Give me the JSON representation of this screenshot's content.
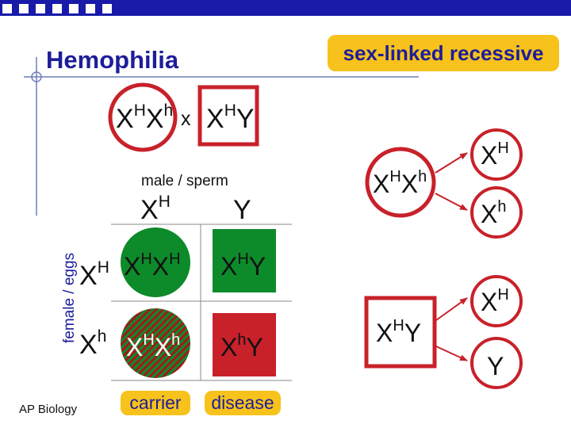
{
  "title": "Hemophilia",
  "badge": "sex-linked recessive",
  "cross": {
    "mother": {
      "base1": "X",
      "sup1": "H",
      "base2": "X",
      "sup2": "h"
    },
    "times": "x",
    "father": {
      "base1": "X",
      "sup1": "H",
      "base2": "Y",
      "sup2": ""
    }
  },
  "punnett": {
    "top_label": "male / sperm",
    "side_label": "female / eggs",
    "cols": [
      {
        "base": "X",
        "sup": "H"
      },
      {
        "base": "Y",
        "sup": ""
      }
    ],
    "rows": [
      {
        "base": "X",
        "sup": "H"
      },
      {
        "base": "X",
        "sup": "h"
      }
    ],
    "cells": [
      {
        "b1": "X",
        "s1": "H",
        "b2": "X",
        "s2": "H"
      },
      {
        "b1": "X",
        "s1": "H",
        "b2": "Y",
        "s2": ""
      },
      {
        "b1": "X",
        "s1": "H",
        "b2": "X",
        "s2": "h"
      },
      {
        "b1": "X",
        "s1": "h",
        "b2": "Y",
        "s2": ""
      }
    ]
  },
  "tags": {
    "carrier": "carrier",
    "disease": "disease"
  },
  "gametes": {
    "female": {
      "parent": {
        "b1": "X",
        "s1": "H",
        "b2": "X",
        "s2": "h"
      },
      "out1": {
        "b": "X",
        "s": "H"
      },
      "out2": {
        "b": "X",
        "s": "h"
      }
    },
    "male": {
      "parent": {
        "b1": "X",
        "s1": "H",
        "b2": "Y",
        "s2": ""
      },
      "out1": {
        "b": "X",
        "s": "H"
      },
      "out2": {
        "b": "Y",
        "s": ""
      }
    }
  },
  "footer": "AP Biology",
  "colors": {
    "brand_blue": "#1d1d9a",
    "circle_red": "#c8212a",
    "cell_green": "#0d8a2a",
    "highlight_yellow": "#f7c21b"
  }
}
